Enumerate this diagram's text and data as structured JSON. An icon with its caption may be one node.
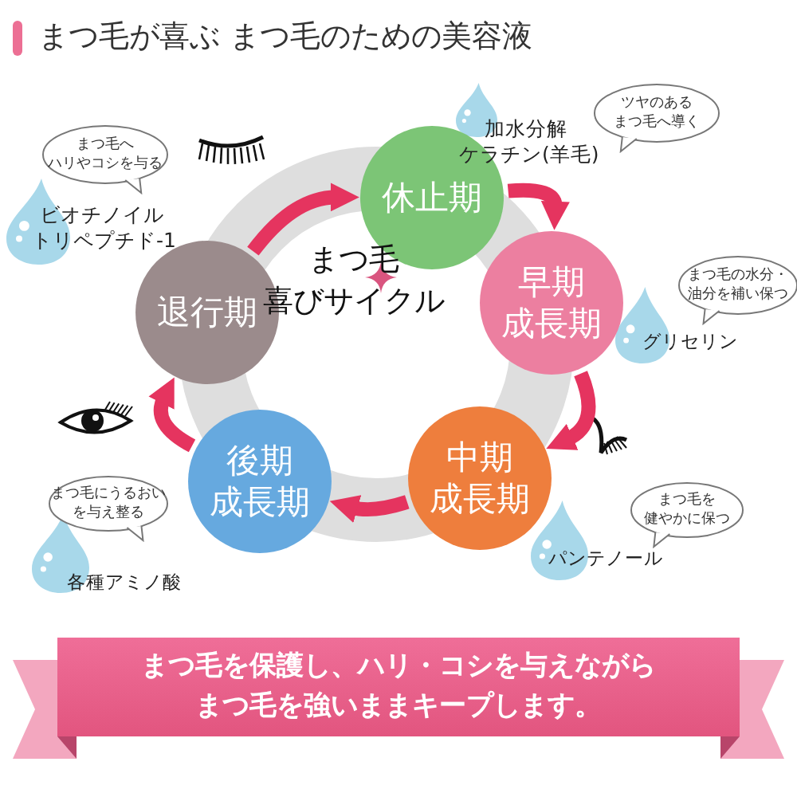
{
  "diagram": {
    "title": "まつ毛が喜ぶ まつ毛のための美容液",
    "nodes": [
      {
        "text": [
          "休止期"
        ]
      },
      {
        "text": [
          "早期成長期"
        ]
      },
      {
        "text": [
          "中期成長期"
        ]
      },
      {
        "text": [
          "後期成長期"
        ]
      },
      {
        "text": [
          "退行期"
        ]
      },
      {
        "text": [
          "まつ毛へハリやコシを与る"
        ]
      },
      {
        "text": [
          "ツヤのあるまつ毛へ導く"
        ]
      },
      {
        "text": [
          "まつ毛の水分・油分を補い保つ"
        ]
      },
      {
        "text": [
          "まつ毛にうるおいを与え整る"
        ]
      },
      {
        "text": [
          "まつ毛を健やかに保つ"
        ]
      },
      {
        "text": [
          "まつ毛を保護し、ハリ・コシを与えながらまつ毛を強いままキープします。"
        ]
      }
    ],
    "edges": [
      {
        "from": 4,
        "to": 0,
        "arrow": "to"
      },
      {
        "from": 0,
        "to": 1,
        "arrow": "to"
      },
      {
        "from": 1,
        "to": 2,
        "arrow": "to"
      },
      {
        "from": 2,
        "to": 3,
        "arrow": "to"
      },
      {
        "from": 3,
        "to": 4,
        "arrow": "to"
      }
    ],
    "labels": [
      "ビオチノイルトリペプチド-1",
      "加水分解ケラチン(羊毛)",
      "まつ毛喜びサイクル",
      "グリセリン",
      "パンテノール",
      "各種アミノ酸"
    ]
  }
}
